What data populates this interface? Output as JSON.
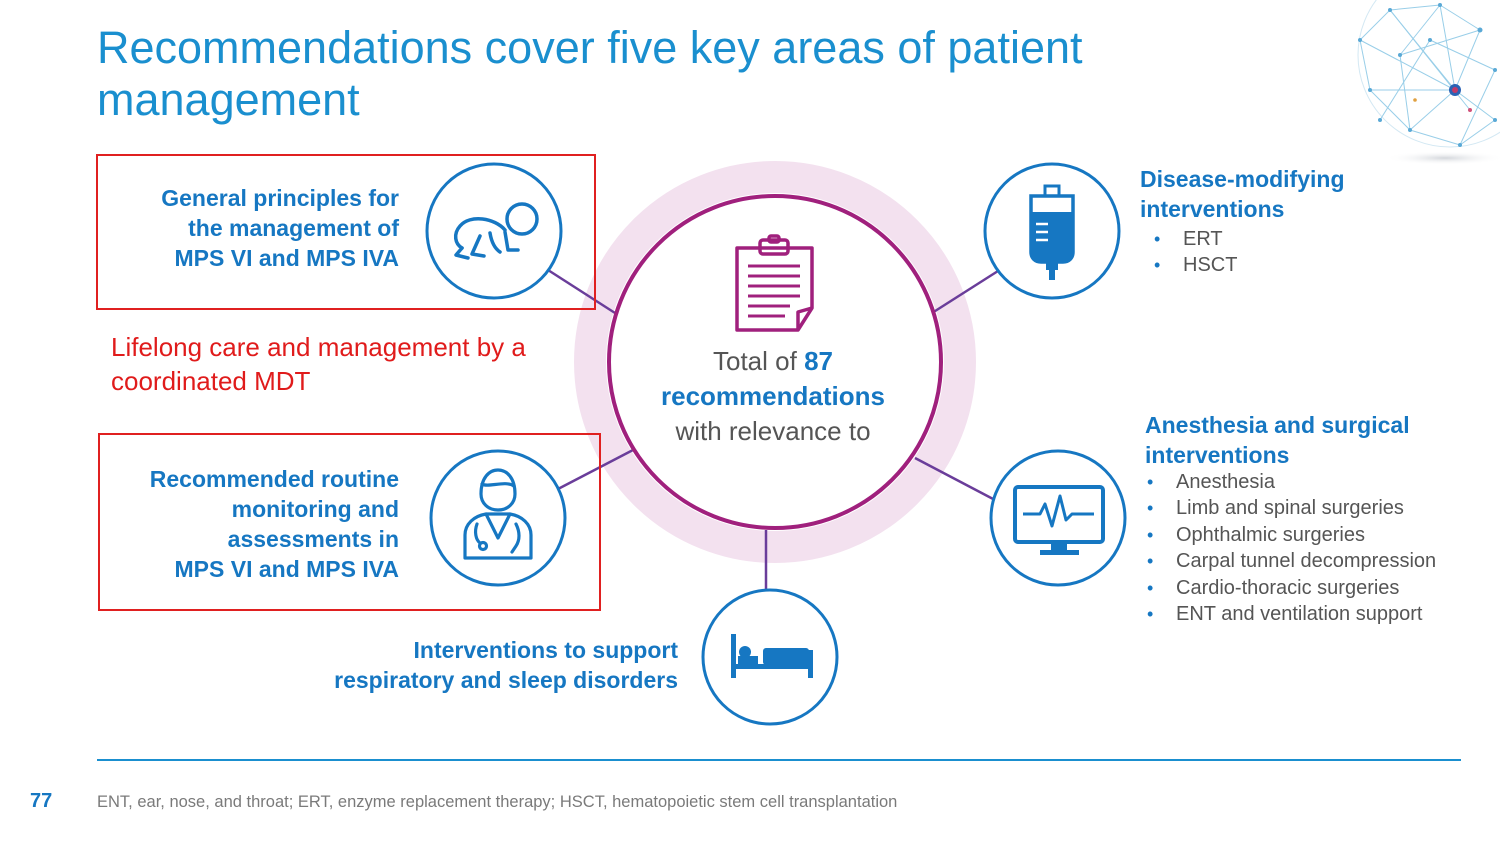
{
  "slide": {
    "title": "Recommendations cover five key areas of patient management",
    "page_number": "77",
    "footnote": "ENT, ear, nose, and throat; ERT, enzyme replacement therapy; HSCT, hematopoietic stem cell transplantation"
  },
  "center": {
    "line1_prefix": "Total of ",
    "count": "87",
    "line2": "recommendations",
    "line3": "with relevance to"
  },
  "mdt_note": "Lifelong care and management by a coordinated MDT",
  "areas": {
    "general": {
      "lines": [
        "General principles for",
        "the management of",
        "MPS VI and MPS IVA"
      ],
      "icon": "crawling-baby-icon"
    },
    "monitoring": {
      "lines": [
        "Recommended routine",
        "monitoring and",
        "assessments in",
        "MPS VI and MPS IVA"
      ],
      "icon": "doctor-icon"
    },
    "respiratory": {
      "lines": [
        "Interventions to support",
        "respiratory and sleep disorders"
      ],
      "icon": "hospital-bed-icon"
    },
    "disease_modifying": {
      "lines": [
        "Disease-modifying",
        "interventions"
      ],
      "bullets": [
        "ERT",
        "HSCT"
      ],
      "icon": "iv-bag-icon"
    },
    "anesthesia": {
      "lines": [
        "Anesthesia and surgical",
        "interventions"
      ],
      "bullets": [
        "Anesthesia",
        "Limb and spinal surgeries",
        "Ophthalmic surgeries",
        "Carpal tunnel decompression",
        "Cardio-thoracic surgeries",
        "ENT and ventilation support"
      ],
      "icon": "heart-monitor-icon"
    }
  },
  "center_icon": "clipboard-icon",
  "decoration_icon": "network-globe-icon",
  "colors": {
    "title_blue": "#1a8fcf",
    "label_blue": "#1677c2",
    "magenta": "#a0207d",
    "connector_purple": "#6a3d9a",
    "halo_pink": "#f3e1ef",
    "highlight_red": "#e02020",
    "body_grey": "#555555"
  }
}
